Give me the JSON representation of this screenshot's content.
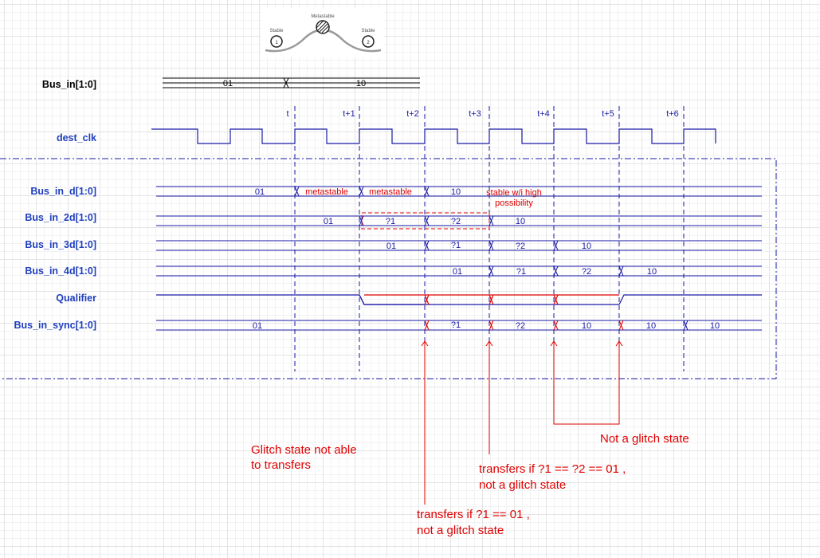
{
  "inset": {
    "left": "Stable",
    "middle": "Metastable",
    "right": "Stable",
    "ball_left": "1",
    "ball_right": "2"
  },
  "bus_in": {
    "label": "Bus_in[1:0]",
    "before": "01",
    "after": "10"
  },
  "clock": {
    "label": "dest_clk",
    "edges": [
      "t",
      "t+1",
      "t+2",
      "t+3",
      "t+4",
      "t+5",
      "t+6"
    ]
  },
  "signals": {
    "bus_in_d": {
      "label": "Bus_in_d[1:0]",
      "values": [
        "01",
        "metastable",
        "metastable",
        "10"
      ],
      "note_line1": "stable w/i high",
      "note_line2": "possibility"
    },
    "bus_in_2d": {
      "label": "Bus_in_2d[1:0]",
      "values": [
        "01",
        "?1",
        "?2",
        "10"
      ]
    },
    "bus_in_3d": {
      "label": "Bus_in_3d[1:0]",
      "values": [
        "01",
        "?1",
        "?2",
        "10"
      ]
    },
    "bus_in_4d": {
      "label": "Bus_in_4d[1:0]",
      "values": [
        "01",
        "?1",
        "?2",
        "10"
      ]
    },
    "qualifier": {
      "label": "Qualifier"
    },
    "bus_in_sync": {
      "label": "Bus_in_sync[1:0]",
      "values": [
        "01",
        "?1",
        "?2",
        "10",
        "10",
        "10"
      ]
    }
  },
  "annotations": {
    "glitch_line1": "Glitch state not able",
    "glitch_line2": "to transfers",
    "t2_line1": "transfers if ?1 == 01 ,",
    "t2_line2": "not a glitch state",
    "t3_line1": "transfers if ?1 == ?2 == 01 ,",
    "t3_line2": "not a glitch state",
    "not_glitch": "Not a glitch state"
  },
  "colors": {
    "label_blue": "#1f3fbf",
    "wave_blue": "#1a1aa6",
    "red": "#e00000",
    "black": "#000000"
  }
}
